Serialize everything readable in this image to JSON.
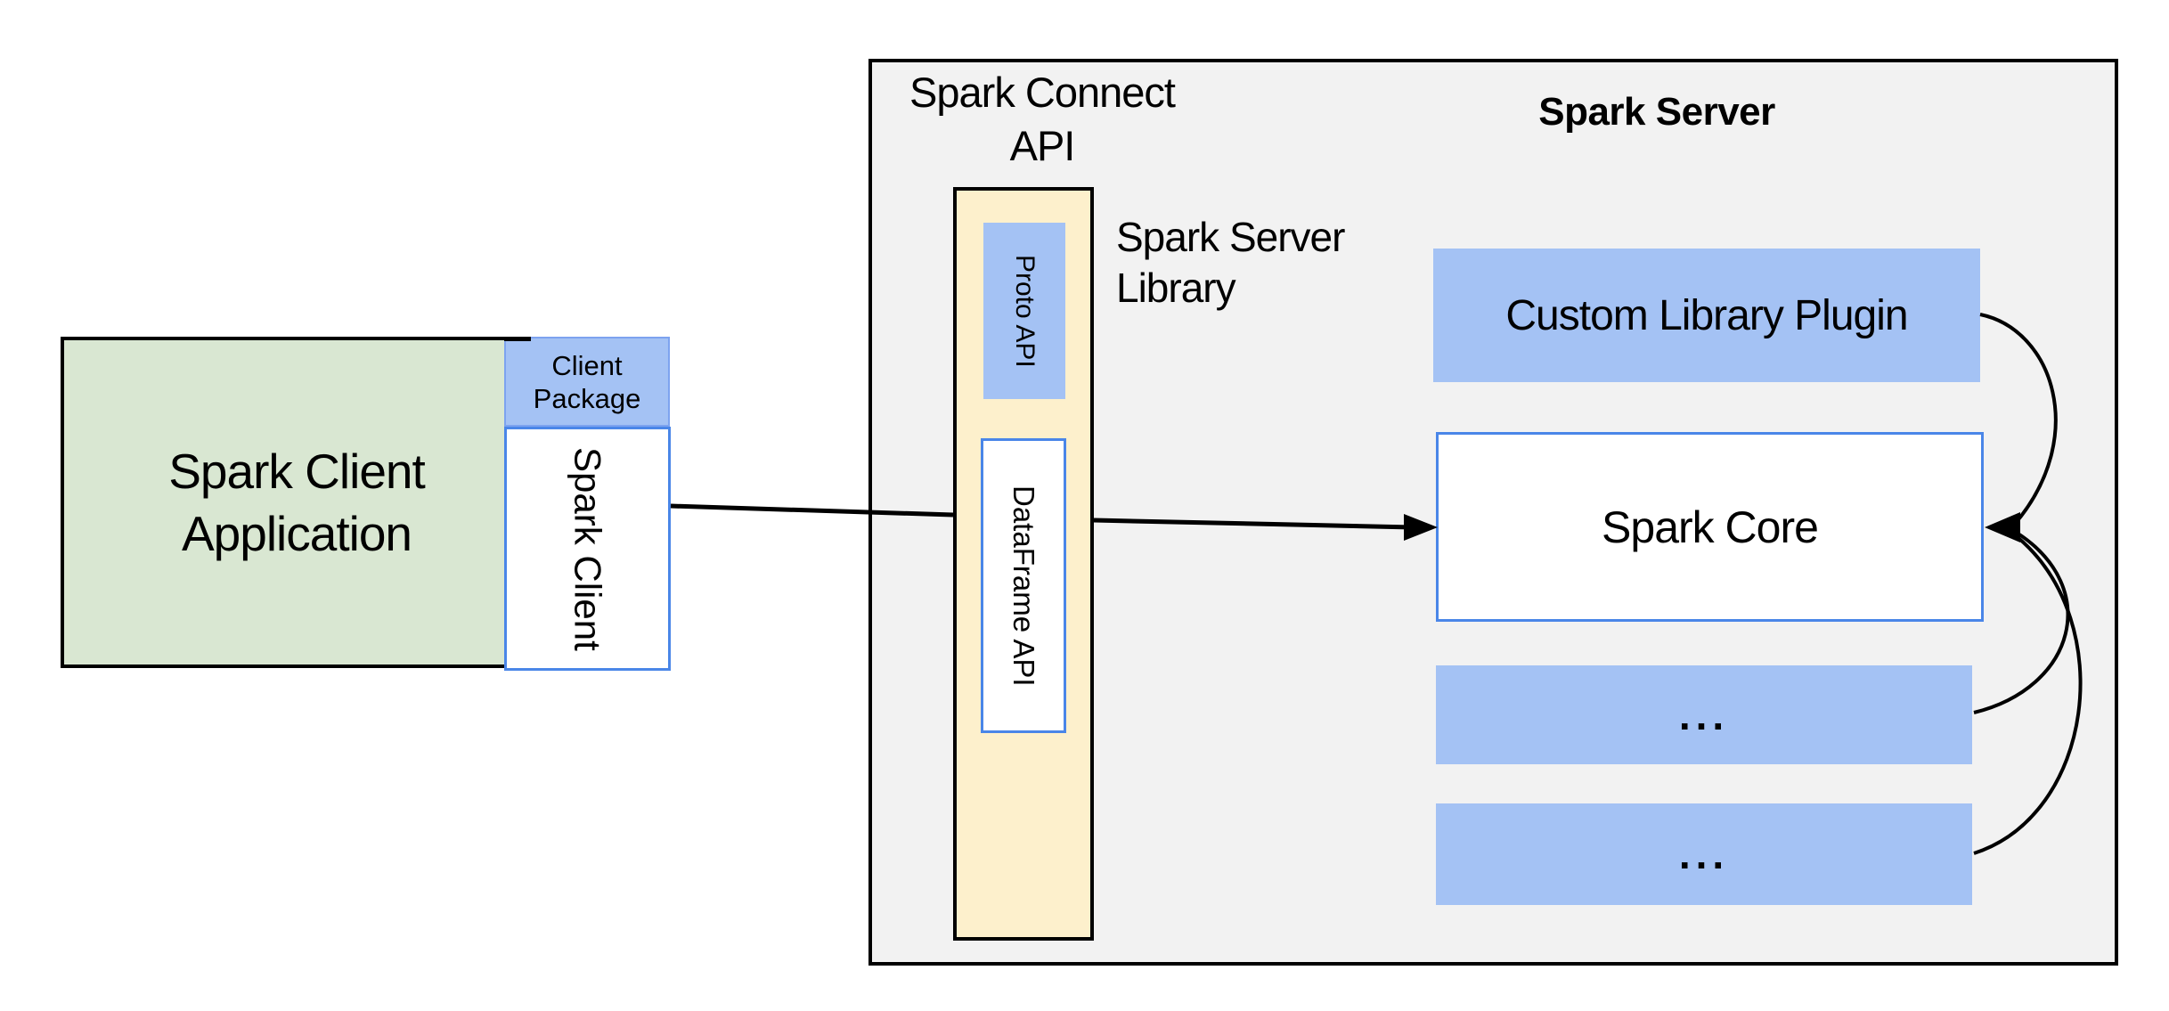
{
  "colors": {
    "green_fill": "#d9e7d2",
    "blue_fill": "#a4c2f4",
    "blue_border": "#4a86e8",
    "yellow_fill": "#fdf0cc",
    "gray_fill": "#f2f2f2",
    "line_color": "#000000"
  },
  "client": {
    "application_label": "Spark Client\nApplication",
    "package_label": "Client\nPackage",
    "spark_client_label": "Spark Client"
  },
  "connect": {
    "api_label": "Spark Connect\nAPI",
    "proto_api_label": "Proto API",
    "dataframe_api_label": "DataFrame API",
    "server_library_label": "Spark Server\nLibrary"
  },
  "server": {
    "title": "Spark Server",
    "custom_plugin_label": "Custom Library Plugin",
    "core_label": "Spark Core",
    "ellipsis_1": "...",
    "ellipsis_2": "..."
  }
}
